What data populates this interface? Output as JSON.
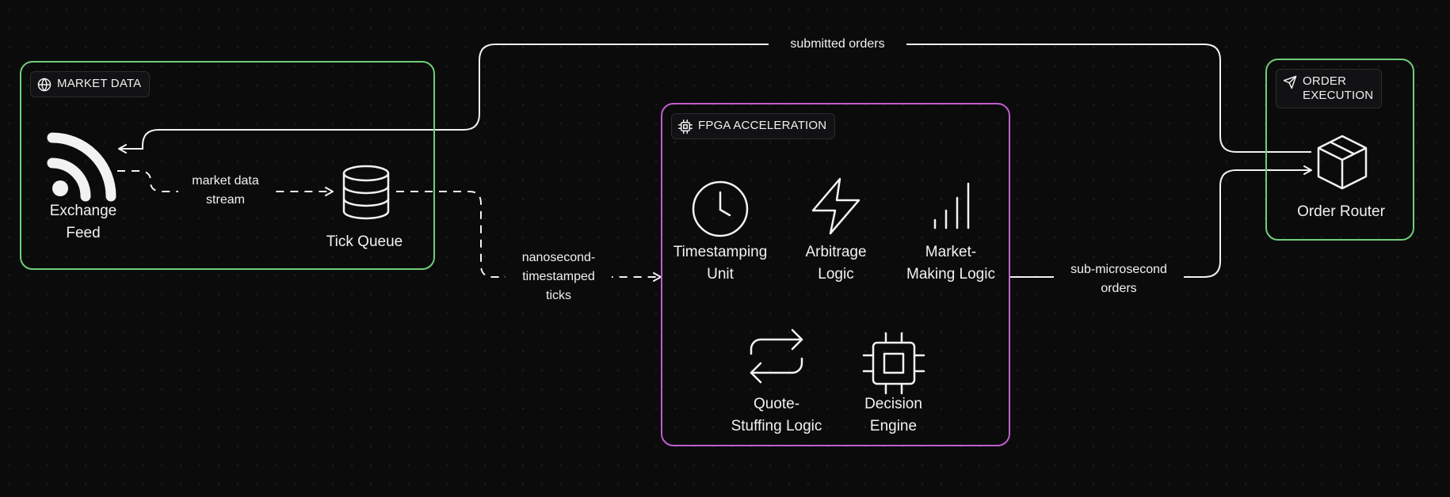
{
  "groups": {
    "market_data": "MARKET DATA",
    "fpga": "FPGA ACCELERATION",
    "order_execution": "ORDER\nEXECUTION"
  },
  "nodes": {
    "exchange_feed": "Exchange\nFeed",
    "tick_queue": "Tick Queue",
    "timestamping_unit": "Timestamping\nUnit",
    "arbitrage_logic": "Arbitrage\nLogic",
    "market_making_logic": "Market-\nMaking Logic",
    "quote_stuffing_logic": "Quote-\nStuffing Logic",
    "decision_engine": "Decision\nEngine",
    "order_router": "Order Router"
  },
  "edges": {
    "submitted_orders": "submitted orders",
    "market_data_stream": "market data\nstream",
    "nanosecond_ticks": "nanosecond-\ntimestamped\nticks",
    "sub_microsecond_orders": "sub-microsecond\norders"
  },
  "icons": {
    "market_data_group": "globe-icon",
    "fpga_group": "chip-icon",
    "order_execution_group": "send-icon",
    "exchange_feed": "rss-icon",
    "tick_queue": "database-icon",
    "timestamping_unit": "clock-icon",
    "arbitrage_logic": "lightning-icon",
    "market_making_logic": "signal-bars-icon",
    "quote_stuffing_logic": "repeat-icon",
    "decision_engine": "cpu-icon",
    "order_router": "package-icon"
  },
  "colors": {
    "background": "#0b0b0c",
    "market_data_border": "#6fcf78",
    "fpga_border": "#c25ed0",
    "order_execution_border": "#6fcf78",
    "edge": "#f2f2f2"
  }
}
